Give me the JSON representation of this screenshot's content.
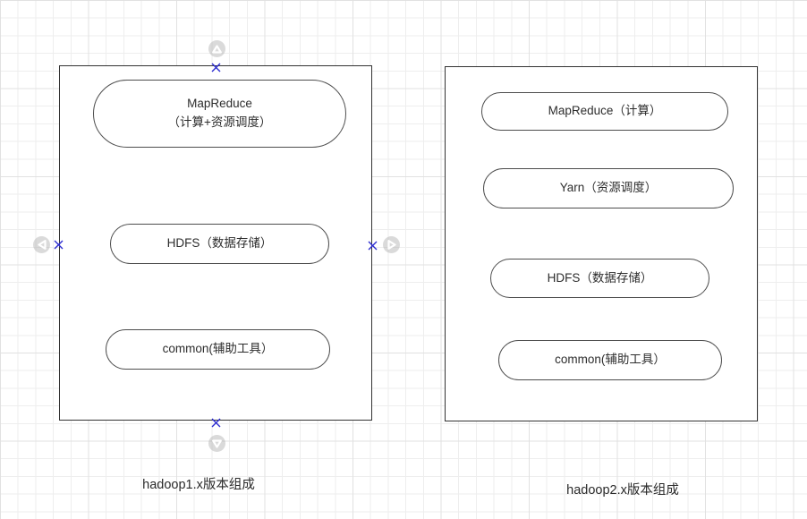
{
  "canvas": {
    "background_color": "#ffffff",
    "grid_minor_color": "#eeeeee",
    "grid_major_color": "#e1e1e1"
  },
  "groups": [
    {
      "label": "hadoop1.x版本组成",
      "selected": true,
      "nodes": [
        {
          "lines": [
            "MapReduce",
            "（计算+资源调度）"
          ]
        },
        {
          "lines": [
            "HDFS（数据存储）"
          ]
        },
        {
          "lines": [
            "common(辅助工具）"
          ]
        }
      ]
    },
    {
      "label": "hadoop2.x版本组成",
      "selected": false,
      "nodes": [
        {
          "lines": [
            "MapReduce（计算）"
          ]
        },
        {
          "lines": [
            "Yarn（资源调度）"
          ]
        },
        {
          "lines": [
            "HDFS（数据存储）"
          ]
        },
        {
          "lines": [
            "common(辅助工具）"
          ]
        }
      ]
    }
  ],
  "selection": {
    "connection_point_color": "#2b2bd0",
    "direction_arrow_circle_color": "#bdbdbd",
    "direction_arrows": [
      "up",
      "down",
      "left",
      "right"
    ]
  }
}
